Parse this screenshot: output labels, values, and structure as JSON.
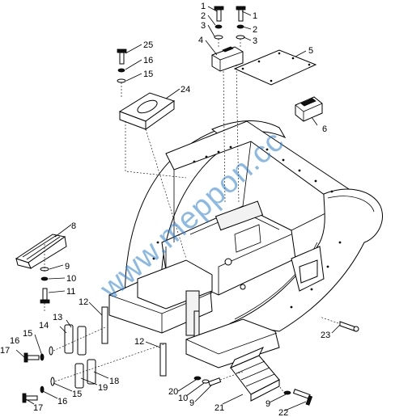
{
  "watermark": "www.meppon.cc",
  "callouts": [
    {
      "id": "c1a",
      "label": "1"
    },
    {
      "id": "c2a",
      "label": "2"
    },
    {
      "id": "c3a",
      "label": "3"
    },
    {
      "id": "c1b",
      "label": "1"
    },
    {
      "id": "c2b",
      "label": "2"
    },
    {
      "id": "c3b",
      "label": "3"
    },
    {
      "id": "c4",
      "label": "4"
    },
    {
      "id": "c5",
      "label": "5"
    },
    {
      "id": "c6",
      "label": "6"
    },
    {
      "id": "c25",
      "label": "25"
    },
    {
      "id": "c16a",
      "label": "16"
    },
    {
      "id": "c15a",
      "label": "15"
    },
    {
      "id": "c24",
      "label": "24"
    },
    {
      "id": "c8",
      "label": "8"
    },
    {
      "id": "c9a",
      "label": "9"
    },
    {
      "id": "c10a",
      "label": "10"
    },
    {
      "id": "c11",
      "label": "11"
    },
    {
      "id": "c12a",
      "label": "12"
    },
    {
      "id": "c13",
      "label": "13"
    },
    {
      "id": "c14",
      "label": "14"
    },
    {
      "id": "c15b",
      "label": "15"
    },
    {
      "id": "c16b",
      "label": "16"
    },
    {
      "id": "c17a",
      "label": "17"
    },
    {
      "id": "c12b",
      "label": "12"
    },
    {
      "id": "c18",
      "label": "18"
    },
    {
      "id": "c19",
      "label": "19"
    },
    {
      "id": "c15c",
      "label": "15"
    },
    {
      "id": "c16c",
      "label": "16"
    },
    {
      "id": "c17b",
      "label": "17"
    },
    {
      "id": "c20",
      "label": "20"
    },
    {
      "id": "c10b",
      "label": "10"
    },
    {
      "id": "c9b",
      "label": "9"
    },
    {
      "id": "c21",
      "label": "21"
    },
    {
      "id": "c9c",
      "label": "9"
    },
    {
      "id": "c22",
      "label": "22"
    },
    {
      "id": "c23",
      "label": "23"
    }
  ]
}
